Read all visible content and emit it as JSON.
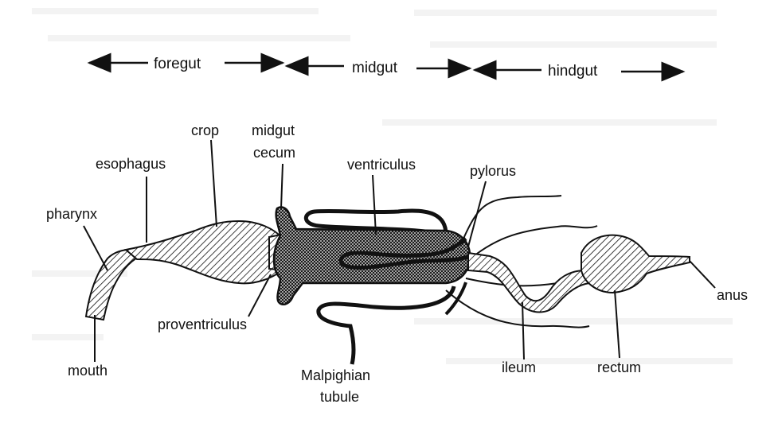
{
  "figure": {
    "regions": {
      "foregut": "foregut",
      "midgut": "midgut",
      "hindgut": "hindgut"
    },
    "labels": {
      "pharynx": "pharynx",
      "esophagus": "esophagus",
      "crop": "crop",
      "midgut_cecum_line1": "midgut",
      "midgut_cecum_line2": "cecum",
      "ventriculus": "ventriculus",
      "pylorus": "pylorus",
      "mouth": "mouth",
      "proventriculus": "proventriculus",
      "malpighian_line1": "Malpighian",
      "malpighian_line2": "tubule",
      "ileum": "ileum",
      "rectum": "rectum",
      "anus": "anus"
    }
  }
}
